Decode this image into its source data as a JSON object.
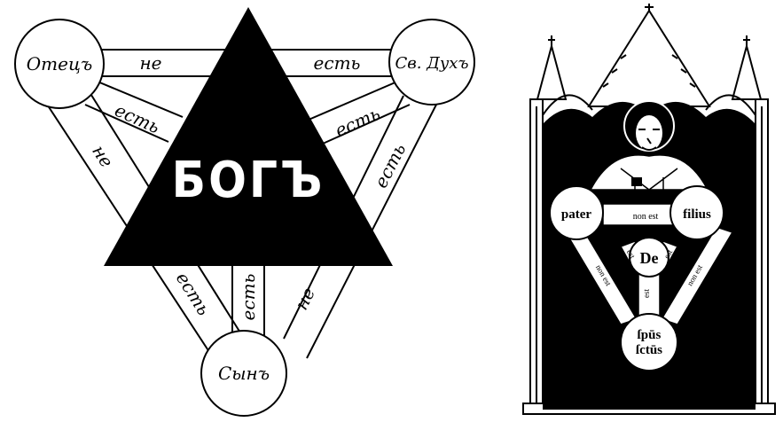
{
  "left_diagram": {
    "god_label": "БОГЪ",
    "father_label": "Отецъ",
    "spirit_label": "Св. Духъ",
    "son_label": "Сынъ",
    "top_band_not": "не",
    "top_band_is": "есть",
    "left_upper_is": "есть",
    "left_lower_not": "не",
    "right_upper_is": "есть",
    "right_lower_is": "есть",
    "bottom_left_is": "есть",
    "bottom_mid_is": "есть",
    "bottom_right_not": "не"
  },
  "right_diagram": {
    "center_label": "De",
    "pater_label": "pater",
    "filius_label": "filius",
    "spiritus_label_line1": "ſpūs",
    "spiritus_label_line2": "ſctūs",
    "top_band": "non est",
    "left_inner": "est",
    "right_inner": "est",
    "bottom_inner": "est",
    "left_outer": "non est",
    "right_outer": "non est"
  },
  "colors": {
    "ink": "#000000",
    "paper": "#ffffff"
  }
}
